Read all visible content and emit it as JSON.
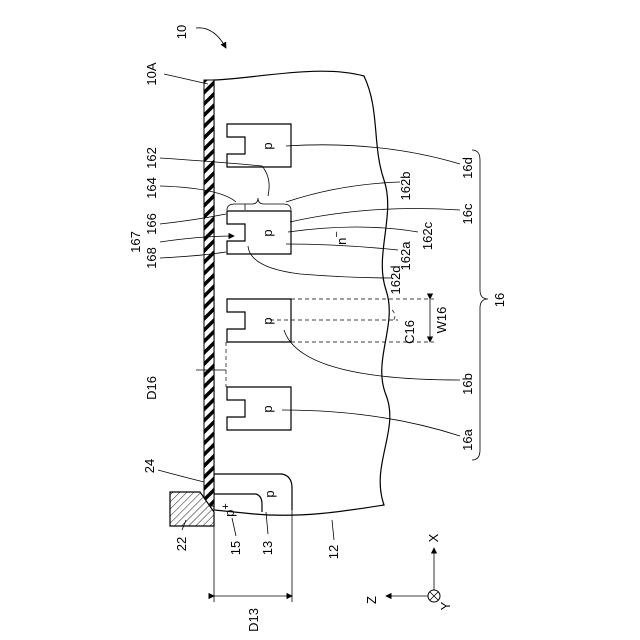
{
  "labels": {
    "l10": "10",
    "l10A": "10A",
    "l162": "162",
    "l164": "164",
    "l166": "166",
    "l167": "167",
    "l168": "168",
    "lD16": "D16",
    "l24": "24",
    "l22": "22",
    "l15": "15",
    "l13": "13",
    "l12": "12",
    "lD13": "D13",
    "l16d": "16d",
    "l162b": "162b",
    "l16c": "16c",
    "l162c": "162c",
    "l162a": "162a",
    "l162d": "162d",
    "lnm": "n",
    "lnmSup": "−",
    "lC16": "C16",
    "lW16": "W16",
    "l16": "16",
    "l16b": "16b",
    "l16a": "16a",
    "lpp": "p",
    "lppSup": "+",
    "lp13": "p",
    "lpd": "p",
    "lpc": "p",
    "lpb": "p",
    "lpa": "p",
    "axX": "X",
    "axY": "Y",
    "axZ": "Z"
  }
}
